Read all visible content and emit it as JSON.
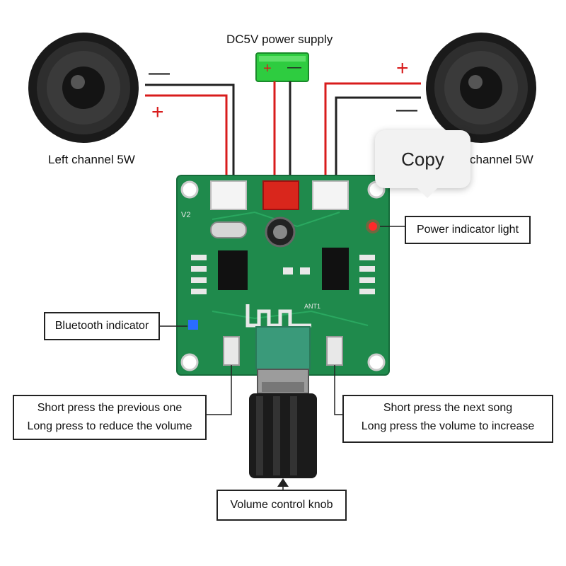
{
  "labels": {
    "power_supply": "DC5V power supply",
    "left_channel": "Left channel 5W",
    "right_channel": "channel 5W",
    "power_indicator": "Power indicator light",
    "bluetooth_indicator": "Bluetooth indicator",
    "prev_line1": "Short press the previous one",
    "prev_line2": "Long press to reduce the volume",
    "next_line1": "Short press the next song",
    "next_line2": "Long press the volume to increase",
    "volume_knob": "Volume control knob"
  },
  "signs": {
    "left_minus": "—",
    "left_plus": "+",
    "right_plus": "+",
    "right_minus": "—",
    "psu_plus": "+",
    "psu_minus": "—"
  },
  "board": {
    "version": "V2",
    "antenna": "ANT1"
  },
  "tooltip": {
    "label": "Copy"
  },
  "colors": {
    "board_green": "#1f8a4c",
    "wire_red": "#d81c1c",
    "wire_black": "#222222",
    "psu_green": "#2ecc40",
    "led_red": "#ff2a2a",
    "led_blue": "#2a6cff"
  }
}
